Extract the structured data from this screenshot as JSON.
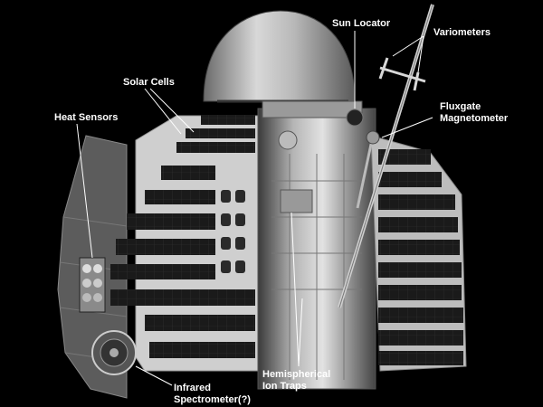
{
  "labels": {
    "sun_locator": "Sun Locator",
    "variometers": "Variometers",
    "solar_cells": "Solar Cells",
    "fluxgate": "Fluxgate\nMagnetometer",
    "heat_sensors": "Heat Sensors",
    "ion_traps": "Hemispherical\nIon Traps",
    "infrared": "Infrared\nSpectrometer(?)"
  }
}
